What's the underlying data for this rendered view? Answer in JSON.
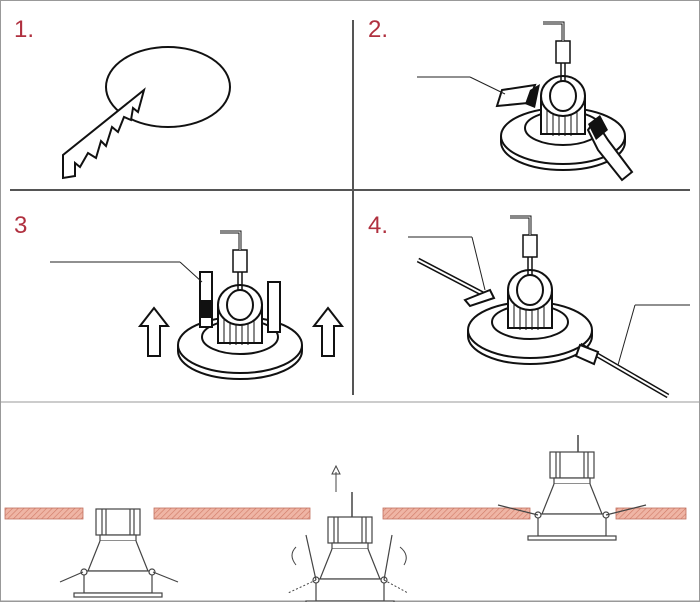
{
  "steps": [
    {
      "label": "1.",
      "action": "cut-hole"
    },
    {
      "label": "2.",
      "action": "bend-springs"
    },
    {
      "label": "3",
      "action": "insert-lamp"
    },
    {
      "label": "4.",
      "action": "release-springs"
    }
  ],
  "colors": {
    "label": "#b0303f",
    "ceiling": "#e9a795",
    "line": "#222222",
    "frame": "#888888"
  },
  "bottom_sequence": [
    "position-below-ceiling",
    "push-up-with-springs-raised",
    "installed-flush"
  ]
}
